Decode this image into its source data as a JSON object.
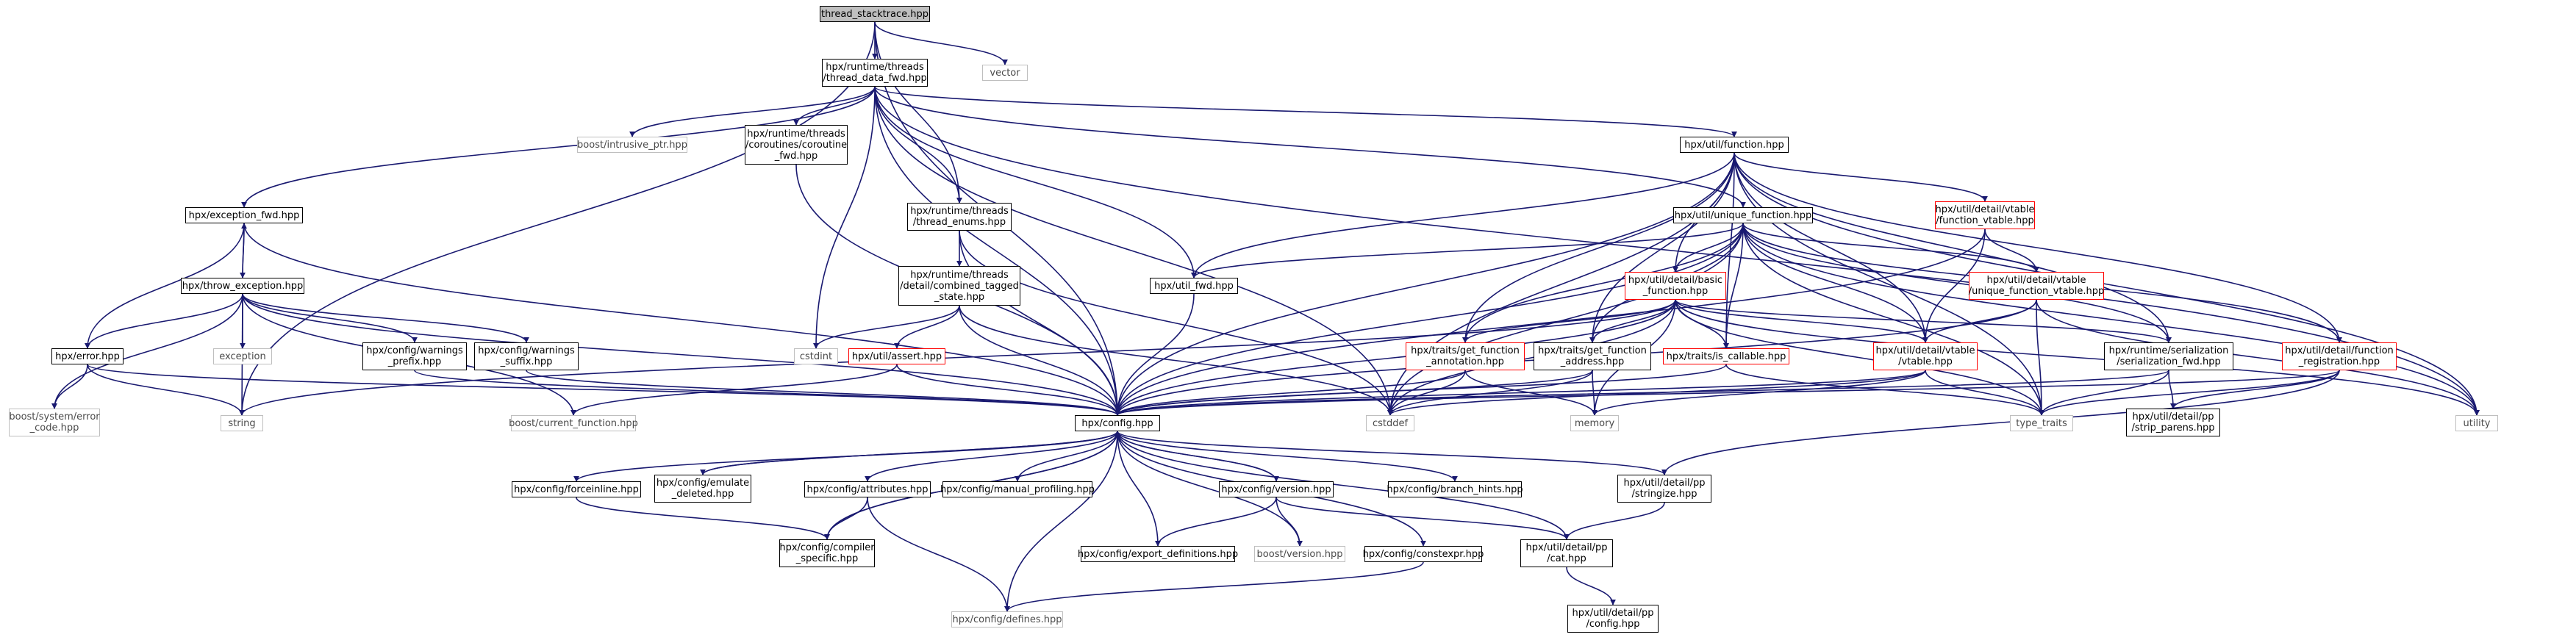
{
  "diagram": {
    "colors": {
      "edge": "#191970",
      "node_border": "#000000",
      "root_fill": "#bfbfbf",
      "external_border": "#bfbfbf",
      "truncated_border": "#ff0000"
    },
    "nodes": {
      "thread_stacktrace": {
        "label": "thread_stacktrace.hpp",
        "kind": "root"
      },
      "vector": {
        "label": "vector",
        "kind": "ext"
      },
      "thread_data_fwd": {
        "label": "hpx/runtime/threads\n/thread_data_fwd.hpp",
        "kind": "normal"
      },
      "intrusive_ptr": {
        "label": "boost/intrusive_ptr.hpp",
        "kind": "ext"
      },
      "coroutine_fwd": {
        "label": "hpx/runtime/threads\n/coroutines/coroutine\n_fwd.hpp",
        "kind": "normal"
      },
      "exception_fwd": {
        "label": "hpx/exception_fwd.hpp",
        "kind": "normal"
      },
      "thread_enums": {
        "label": "hpx/runtime/threads\n/thread_enums.hpp",
        "kind": "normal"
      },
      "combined_tagged_state": {
        "label": "hpx/runtime/threads\n/detail/combined_tagged\n_state.hpp",
        "kind": "normal"
      },
      "throw_exception": {
        "label": "hpx/throw_exception.hpp",
        "kind": "normal"
      },
      "error": {
        "label": "hpx/error.hpp",
        "kind": "normal"
      },
      "system_error_code": {
        "label": "boost/system/error\n_code.hpp",
        "kind": "ext"
      },
      "string": {
        "label": "string",
        "kind": "ext"
      },
      "exception": {
        "label": "exception",
        "kind": "ext"
      },
      "warnings_prefix": {
        "label": "hpx/config/warnings\n_prefix.hpp",
        "kind": "normal"
      },
      "warnings_suffix": {
        "label": "hpx/config/warnings\n_suffix.hpp",
        "kind": "normal"
      },
      "current_function": {
        "label": "boost/current_function.hpp",
        "kind": "ext"
      },
      "cstdint": {
        "label": "cstdint",
        "kind": "ext"
      },
      "assert": {
        "label": "hpx/util/assert.hpp",
        "kind": "red"
      },
      "util_fwd": {
        "label": "hpx/util_fwd.hpp",
        "kind": "normal"
      },
      "function": {
        "label": "hpx/util/function.hpp",
        "kind": "normal"
      },
      "unique_function": {
        "label": "hpx/util/unique_function.hpp",
        "kind": "normal"
      },
      "function_vtable": {
        "label": "hpx/util/detail/vtable\n/function_vtable.hpp",
        "kind": "red"
      },
      "unique_function_vtable": {
        "label": "hpx/util/detail/vtable\n/unique_function_vtable.hpp",
        "kind": "red"
      },
      "basic_function": {
        "label": "hpx/util/detail/basic\n_function.hpp",
        "kind": "red"
      },
      "get_function_annotation": {
        "label": "hpx/traits/get_function\n_annotation.hpp",
        "kind": "red"
      },
      "get_function_address": {
        "label": "hpx/traits/get_function\n_address.hpp",
        "kind": "normal"
      },
      "is_callable": {
        "label": "hpx/traits/is_callable.hpp",
        "kind": "red"
      },
      "vtable": {
        "label": "hpx/util/detail/vtable\n/vtable.hpp",
        "kind": "red"
      },
      "serialization_fwd": {
        "label": "hpx/runtime/serialization\n/serialization_fwd.hpp",
        "kind": "normal"
      },
      "function_registration": {
        "label": "hpx/util/detail/function\n_registration.hpp",
        "kind": "red"
      },
      "strip_parens": {
        "label": "hpx/util/detail/pp\n/strip_parens.hpp",
        "kind": "normal"
      },
      "utility": {
        "label": "utility",
        "kind": "ext"
      },
      "type_traits": {
        "label": "type_traits",
        "kind": "ext"
      },
      "cstddef": {
        "label": "cstddef",
        "kind": "ext"
      },
      "memory": {
        "label": "memory",
        "kind": "ext"
      },
      "config": {
        "label": "hpx/config.hpp",
        "kind": "normal"
      },
      "forceinline": {
        "label": "hpx/config/forceinline.hpp",
        "kind": "normal"
      },
      "emulate_deleted": {
        "label": "hpx/config/emulate\n_deleted.hpp",
        "kind": "normal"
      },
      "attributes": {
        "label": "hpx/config/attributes.hpp",
        "kind": "normal"
      },
      "manual_profiling": {
        "label": "hpx/config/manual_profiling.hpp",
        "kind": "normal"
      },
      "version": {
        "label": "hpx/config/version.hpp",
        "kind": "normal"
      },
      "branch_hints": {
        "label": "hpx/config/branch_hints.hpp",
        "kind": "normal"
      },
      "stringize": {
        "label": "hpx/util/detail/pp\n/stringize.hpp",
        "kind": "normal"
      },
      "compiler_specific": {
        "label": "hpx/config/compiler\n_specific.hpp",
        "kind": "normal"
      },
      "export_definitions": {
        "label": "hpx/config/export_definitions.hpp",
        "kind": "normal"
      },
      "boost_version": {
        "label": "boost/version.hpp",
        "kind": "ext"
      },
      "constexpr": {
        "label": "hpx/config/constexpr.hpp",
        "kind": "normal"
      },
      "pp_cat": {
        "label": "hpx/util/detail/pp\n/cat.hpp",
        "kind": "normal"
      },
      "defines": {
        "label": "hpx/config/defines.hpp",
        "kind": "ext"
      },
      "pp_config": {
        "label": "hpx/util/detail/pp\n/config.hpp",
        "kind": "normal"
      }
    }
  }
}
